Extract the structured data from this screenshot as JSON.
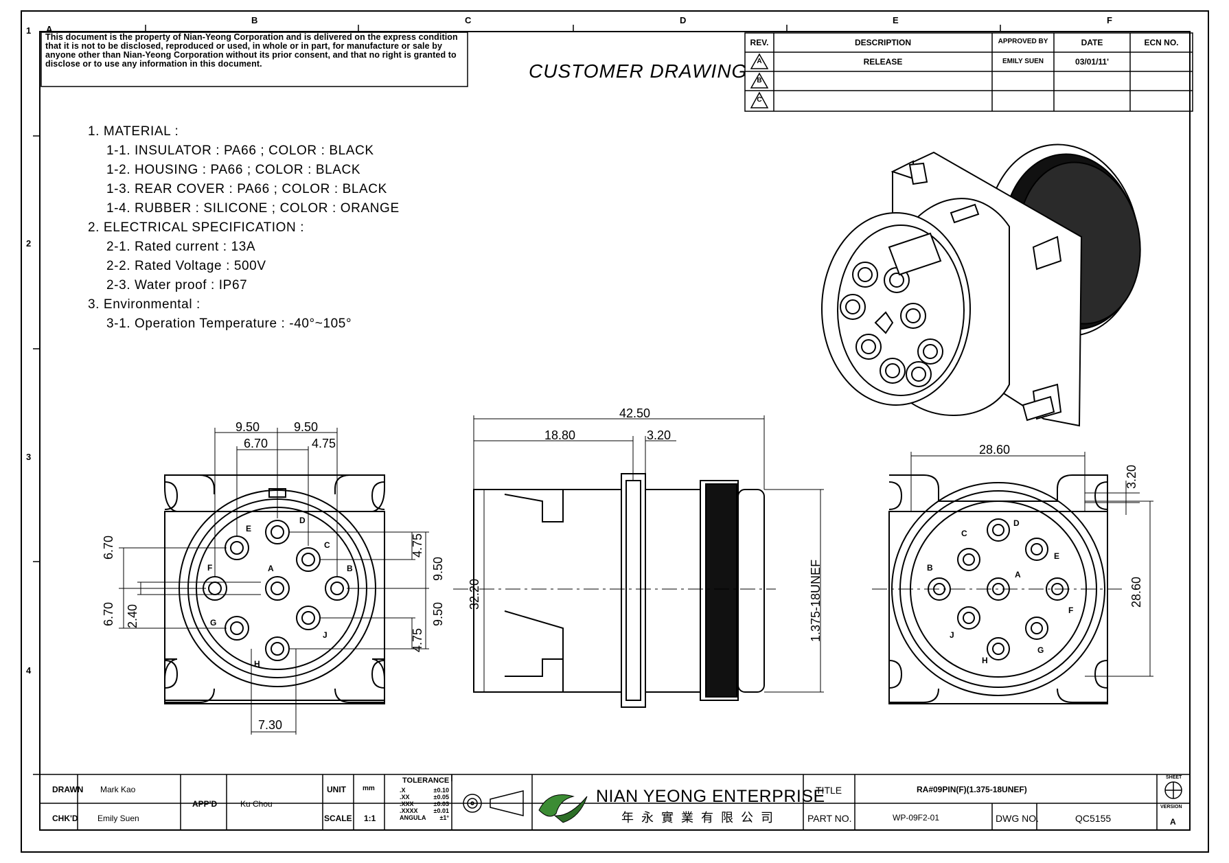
{
  "zones": {
    "columns": [
      "A",
      "B",
      "C",
      "D",
      "E",
      "F"
    ],
    "rows": [
      "1",
      "2",
      "3",
      "4"
    ]
  },
  "disclaimer": "This document is the property of Nian-Yeong Corporation and is delivered on the express condition that it is not to be disclosed, reproduced or used, in whole or in part, for manufacture or sale by anyone other than Nian-Yeong Corporation without its prior consent, and that no right is granted to disclose or to use any information in this document.",
  "header_title": "CUSTOMER DRAWING",
  "revision_table": {
    "headers": [
      "REV.",
      "DESCRIPTION",
      "APPROVED BY",
      "DATE",
      "ECN NO."
    ],
    "rows": [
      {
        "rev": "A",
        "description": "RELEASE",
        "approved_by": "EMILY SUEN",
        "date": "03/01/11'",
        "ecn": ""
      },
      {
        "rev": "B",
        "description": "",
        "approved_by": "",
        "date": "",
        "ecn": ""
      },
      {
        "rev": "C",
        "description": "",
        "approved_by": "",
        "date": "",
        "ecn": ""
      }
    ]
  },
  "notes": [
    {
      "text": "1. MATERIAL :",
      "indent": false
    },
    {
      "text": "1-1. INSULATOR : PA66 ; COLOR : BLACK",
      "indent": true
    },
    {
      "text": "1-2. HOUSING : PA66 ; COLOR : BLACK",
      "indent": true
    },
    {
      "text": "1-3. REAR COVER : PA66 ; COLOR : BLACK",
      "indent": true
    },
    {
      "text": "1-4. RUBBER : SILICONE ; COLOR : ORANGE",
      "indent": true
    },
    {
      "text": "2. ELECTRICAL SPECIFICATION :",
      "indent": false
    },
    {
      "text": "2-1. Rated current : 13A",
      "indent": true
    },
    {
      "text": "2-2. Rated Voltage : 500V",
      "indent": true
    },
    {
      "text": "2-3. Water proof : IP67",
      "indent": true
    },
    {
      "text": "3. Environmental :",
      "indent": false
    },
    {
      "text": "3-1. Operation Temperature : -40°~105°",
      "indent": true
    }
  ],
  "front_view": {
    "pins": [
      "A",
      "B",
      "C",
      "D",
      "E",
      "F",
      "G",
      "H",
      "J"
    ],
    "dims": {
      "top_left": "9.50",
      "top_right": "9.50",
      "top_inner_left": "6.70",
      "top_inner_right": "4.75",
      "left_upper": "6.70",
      "left_lower": "6.70",
      "left_small": "2.40",
      "right_upper_small": "4.75",
      "right_upper": "9.50",
      "right_lower": "9.50",
      "right_lower_small": "4.75",
      "bottom": "7.30"
    }
  },
  "side_view": {
    "dims": {
      "overall_length": "42.50",
      "flange_offset": "18.80",
      "flange_thickness": "3.20",
      "height": "32.20",
      "thread": "1.375-18UNEF"
    }
  },
  "rear_view": {
    "pins": [
      "A",
      "B",
      "C",
      "D",
      "E",
      "F",
      "G",
      "H",
      "J"
    ],
    "dims": {
      "width": "28.60",
      "height": "28.60",
      "slot": "3.20"
    }
  },
  "title_block": {
    "drawn_label": "DRAWN",
    "drawn_value": "Mark Kao",
    "chkd_label": "CHK'D",
    "chkd_value": "Emily Suen",
    "appd_label": "APP'D",
    "appd_value": "Ku Chou",
    "unit_label": "UNIT",
    "unit_value": "mm",
    "scale_label": "SCALE",
    "scale_value": "1:1",
    "tolerance_title": "TOLERANCE",
    "tolerance_rows": [
      {
        "k": ".X",
        "v": "±0.10"
      },
      {
        "k": ".XX",
        "v": "±0.05"
      },
      {
        "k": ".XXX",
        "v": "±0.03"
      },
      {
        "k": ".XXXX",
        "v": "±0.01"
      },
      {
        "k": "ANGULA",
        "v": "±1°"
      }
    ],
    "company_en": "NIAN YEONG ENTERPRISE",
    "company_zh": "年永實業有限公司",
    "title_label": "TITLE",
    "title_value": "RA#09PIN(F)(1.375-18UNEF)",
    "part_label": "PART NO.",
    "part_value": "WP-09F2-01",
    "dwg_label": "DWG NO.",
    "dwg_value": "QC5155",
    "sheet_label": "SHEET",
    "version_label": "VERSION",
    "version_value": "A"
  }
}
